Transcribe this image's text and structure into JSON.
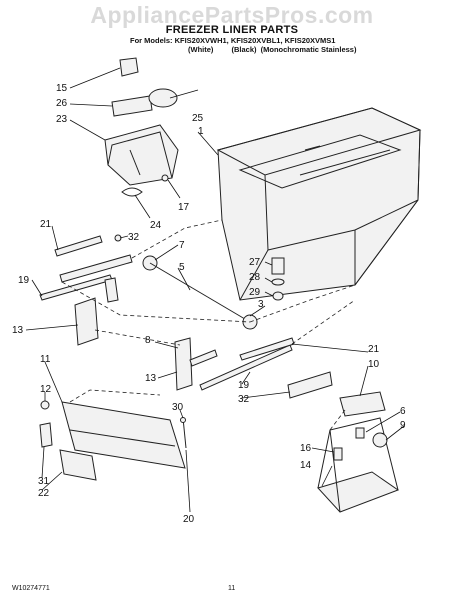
{
  "watermark": "AppliancePartsPros.com",
  "title": "FREEZER LINER PARTS",
  "models_line": "For Models: KFIS20XVWH1, KFIS20XVBL1, KFIS20XVMS1",
  "variants": [
    "(White)",
    "(Black)",
    "(Monochromatic Stainless)"
  ],
  "callouts": [
    "15",
    "26",
    "23",
    "25",
    "1",
    "17",
    "24",
    "21",
    "32",
    "7",
    "5",
    "19",
    "27",
    "28",
    "29",
    "3",
    "13",
    "8",
    "21",
    "10",
    "11",
    "12",
    "13",
    "19",
    "32",
    "30",
    "6",
    "9",
    "16",
    "14",
    "31",
    "22",
    "20"
  ],
  "footer": {
    "doc_number": "W10274771",
    "page": "11"
  }
}
